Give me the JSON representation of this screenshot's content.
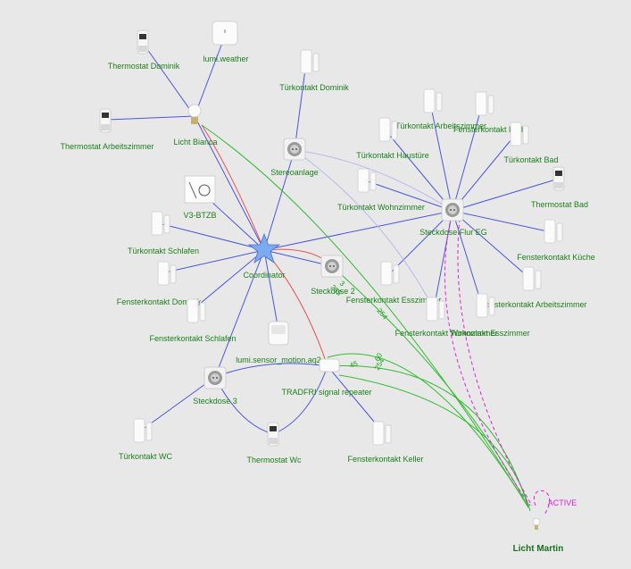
{
  "colors": {
    "background": "#e8e8e8",
    "label": "#1a7f1a",
    "link_blue": "#4a55e0",
    "link_lightblue": "#b8b8ee",
    "link_red": "#e85050",
    "link_green": "#33bb33",
    "active": "#e020e0",
    "coordinator": "#7aaaf0"
  },
  "nodes": [
    {
      "id": "coordinator",
      "label": "Coordinator",
      "icon": "star-icon"
    },
    {
      "id": "licht_bianca",
      "label": "Licht Bianca",
      "icon": "bulb-icon"
    },
    {
      "id": "thermostat_dominik",
      "label": "Thermostat Dominik",
      "icon": "thermostat-icon"
    },
    {
      "id": "lumi_weather",
      "label": "lumi.weather",
      "icon": "weather-sensor-icon"
    },
    {
      "id": "thermostat_arbeitszimmer",
      "label": "Thermostat Arbeitszimmer",
      "icon": "thermostat-icon"
    },
    {
      "id": "tuerkontakt_dominik",
      "label": "Türkontakt Dominik",
      "icon": "contact-sensor-icon"
    },
    {
      "id": "stereoanlage",
      "label": "Stereoanlage",
      "icon": "plug-icon"
    },
    {
      "id": "v3_btzb",
      "label": "V3-BTZB",
      "icon": "lock-module-icon"
    },
    {
      "id": "tuerkontakt_schlafen",
      "label": "Türkontakt Schlafen",
      "icon": "contact-sensor-icon"
    },
    {
      "id": "fensterkontakt_dominik",
      "label": "Fensterkontakt Dominik",
      "icon": "contact-sensor-icon"
    },
    {
      "id": "fensterkontakt_schlafen",
      "label": "Fensterkontakt Schlafen",
      "icon": "contact-sensor-icon"
    },
    {
      "id": "lumi_motion",
      "label": "lumi.sensor_motion.aq2",
      "icon": "motion-sensor-icon"
    },
    {
      "id": "steckdose_2",
      "label": "Steckdose 2",
      "icon": "plug-icon"
    },
    {
      "id": "tradfri_repeater",
      "label": "TRADFRI signal repeater",
      "icon": "repeater-icon"
    },
    {
      "id": "steckdose_3",
      "label": "Steckdose 3",
      "icon": "plug-icon"
    },
    {
      "id": "tuerkontakt_wc",
      "label": "Türkontakt WC",
      "icon": "contact-sensor-icon"
    },
    {
      "id": "thermostat_wc",
      "label": "Thermostat Wc",
      "icon": "thermostat-icon"
    },
    {
      "id": "fensterkontakt_keller",
      "label": "Fensterkontakt Keller",
      "icon": "contact-sensor-icon"
    },
    {
      "id": "tuerkontakt_arbeitszimmer",
      "label": "Türkontakt Arbeitszimmer",
      "icon": "contact-sensor-icon"
    },
    {
      "id": "fensterkontakt_bad",
      "label": "Fensterkontakt Bad",
      "icon": "contact-sensor-icon"
    },
    {
      "id": "tuerkontakt_haustuere",
      "label": "Türkontakt Haustüre",
      "icon": "contact-sensor-icon"
    },
    {
      "id": "tuerkontakt_bad",
      "label": "Türkontakt Bad",
      "icon": "contact-sensor-icon"
    },
    {
      "id": "thermostat_bad",
      "label": "Thermostat Bad",
      "icon": "thermostat-icon"
    },
    {
      "id": "tuerkontakt_wohnzimmer",
      "label": "Türkontakt Wohnzimmer",
      "icon": "contact-sensor-icon"
    },
    {
      "id": "steckdose_flur_eg",
      "label": "Steckdose Flur EG",
      "icon": "plug-icon"
    },
    {
      "id": "fensterkontakt_kueche",
      "label": "Fensterkontakt Küche",
      "icon": "contact-sensor-icon"
    },
    {
      "id": "fensterkontakt_esszimmer",
      "label": "Fensterkontakt Esszimmer",
      "icon": "contact-sensor-icon"
    },
    {
      "id": "fensterkontakt_arbeitszimmer",
      "label": "Fensterkontakt Arbeitszimmer",
      "icon": "contact-sensor-icon"
    },
    {
      "id": "fensterkontakt_wohnzimmer",
      "label": "Fensterkontakt Wohnzimmer",
      "icon": "contact-sensor-icon"
    },
    {
      "id": "tuerkontakt_esszimmer",
      "label": "Türkontakt Esszimmer",
      "icon": "contact-sensor-icon"
    },
    {
      "id": "licht_martin",
      "label": "Licht Martin",
      "icon": "bulb-icon"
    }
  ],
  "link_labels": [
    "3",
    "255",
    "254",
    "60",
    "254",
    "45"
  ],
  "status_label": "ACTIVE"
}
